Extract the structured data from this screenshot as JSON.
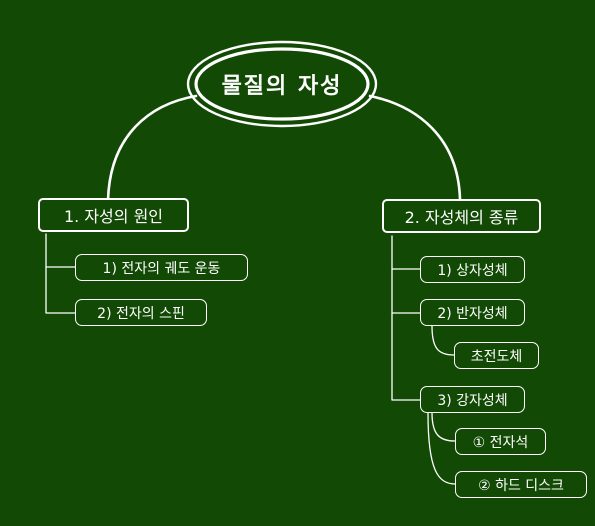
{
  "title": "물질의 자성",
  "branches": [
    {
      "label": "1. 자성의 원인",
      "children": [
        {
          "label": "1) 전자의 궤도 운동"
        },
        {
          "label": "2) 전자의 스핀"
        }
      ]
    },
    {
      "label": "2. 자성체의 종류",
      "children": [
        {
          "label": "1) 상자성체"
        },
        {
          "label": "2) 반자성체",
          "children": [
            {
              "label": "초전도체"
            }
          ]
        },
        {
          "label": "3) 강자성체",
          "children": [
            {
              "label": "① 전자석"
            },
            {
              "label": "② 하드 디스크"
            }
          ]
        }
      ]
    }
  ],
  "colors": {
    "background": "#124a05",
    "stroke": "#ffffff",
    "text": "#ffffff"
  }
}
